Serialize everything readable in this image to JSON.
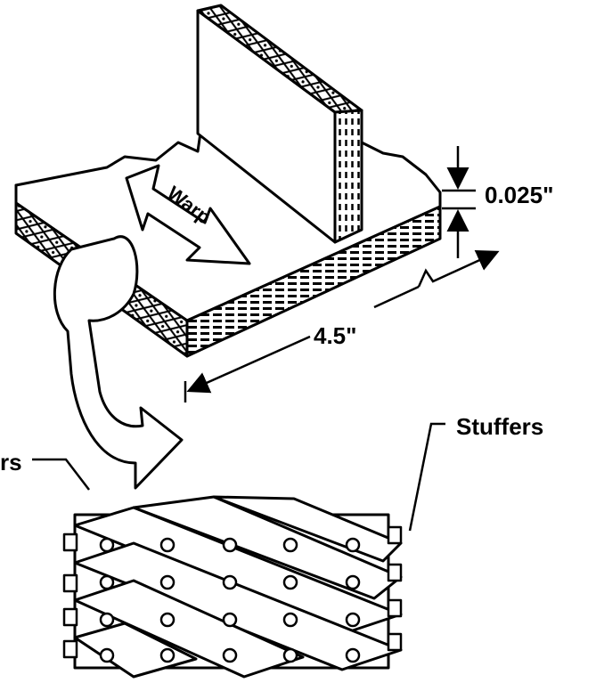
{
  "figure": {
    "labels": {
      "warp": "Warp",
      "thickness": "0.025\"",
      "length": "4.5\"",
      "stuffers": "Stuffers",
      "fillers_partial": "rs"
    }
  }
}
